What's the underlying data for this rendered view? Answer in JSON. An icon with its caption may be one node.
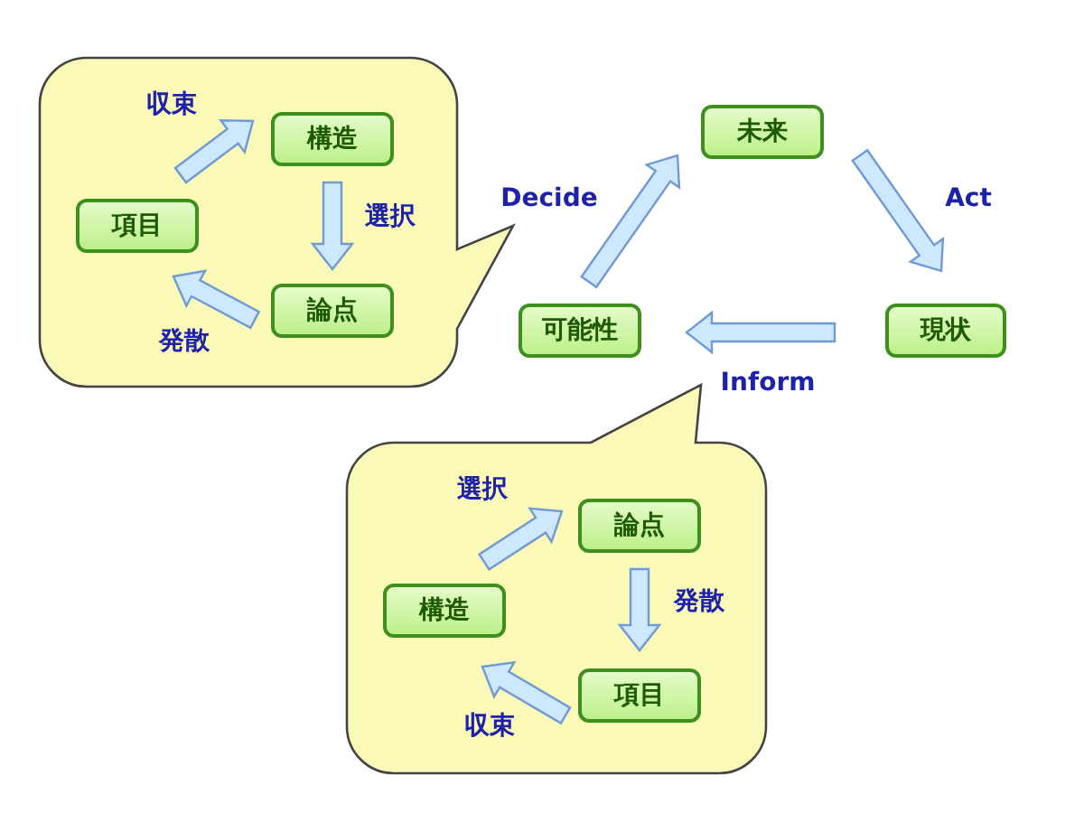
{
  "diagram": {
    "nodes": [
      {
        "text": [],
        "shape": "callout"
      },
      {
        "text": [
          "構造"
        ],
        "in": 0
      },
      {
        "text": [
          "項目"
        ],
        "in": 0
      },
      {
        "text": [
          "論点"
        ],
        "in": 0
      },
      {
        "text": [
          "未来"
        ]
      },
      {
        "text": [
          "可能性"
        ]
      },
      {
        "text": [
          "現状"
        ]
      },
      {
        "text": [],
        "shape": "callout"
      },
      {
        "text": [
          "論点"
        ],
        "in": 7
      },
      {
        "text": [
          "構造"
        ],
        "in": 7
      },
      {
        "text": [
          "項目"
        ],
        "in": 7
      }
    ],
    "edges": [
      {
        "from": 2,
        "to": 1,
        "arrow": "to",
        "label": "収束"
      },
      {
        "from": 1,
        "to": 3,
        "arrow": "to",
        "label": "選択"
      },
      {
        "from": 3,
        "to": 2,
        "arrow": "to",
        "label": "発散"
      },
      {
        "from": 5,
        "to": 4,
        "arrow": "to",
        "label": "Decide"
      },
      {
        "from": 4,
        "to": 6,
        "arrow": "to",
        "label": "Act"
      },
      {
        "from": 6,
        "to": 5,
        "arrow": "to",
        "label": "Inform"
      },
      {
        "from": 9,
        "to": 8,
        "arrow": "to",
        "label": "選択"
      },
      {
        "from": 8,
        "to": 10,
        "arrow": "to",
        "label": "発散"
      },
      {
        "from": 10,
        "to": 9,
        "arrow": "to",
        "label": "収束"
      }
    ]
  }
}
